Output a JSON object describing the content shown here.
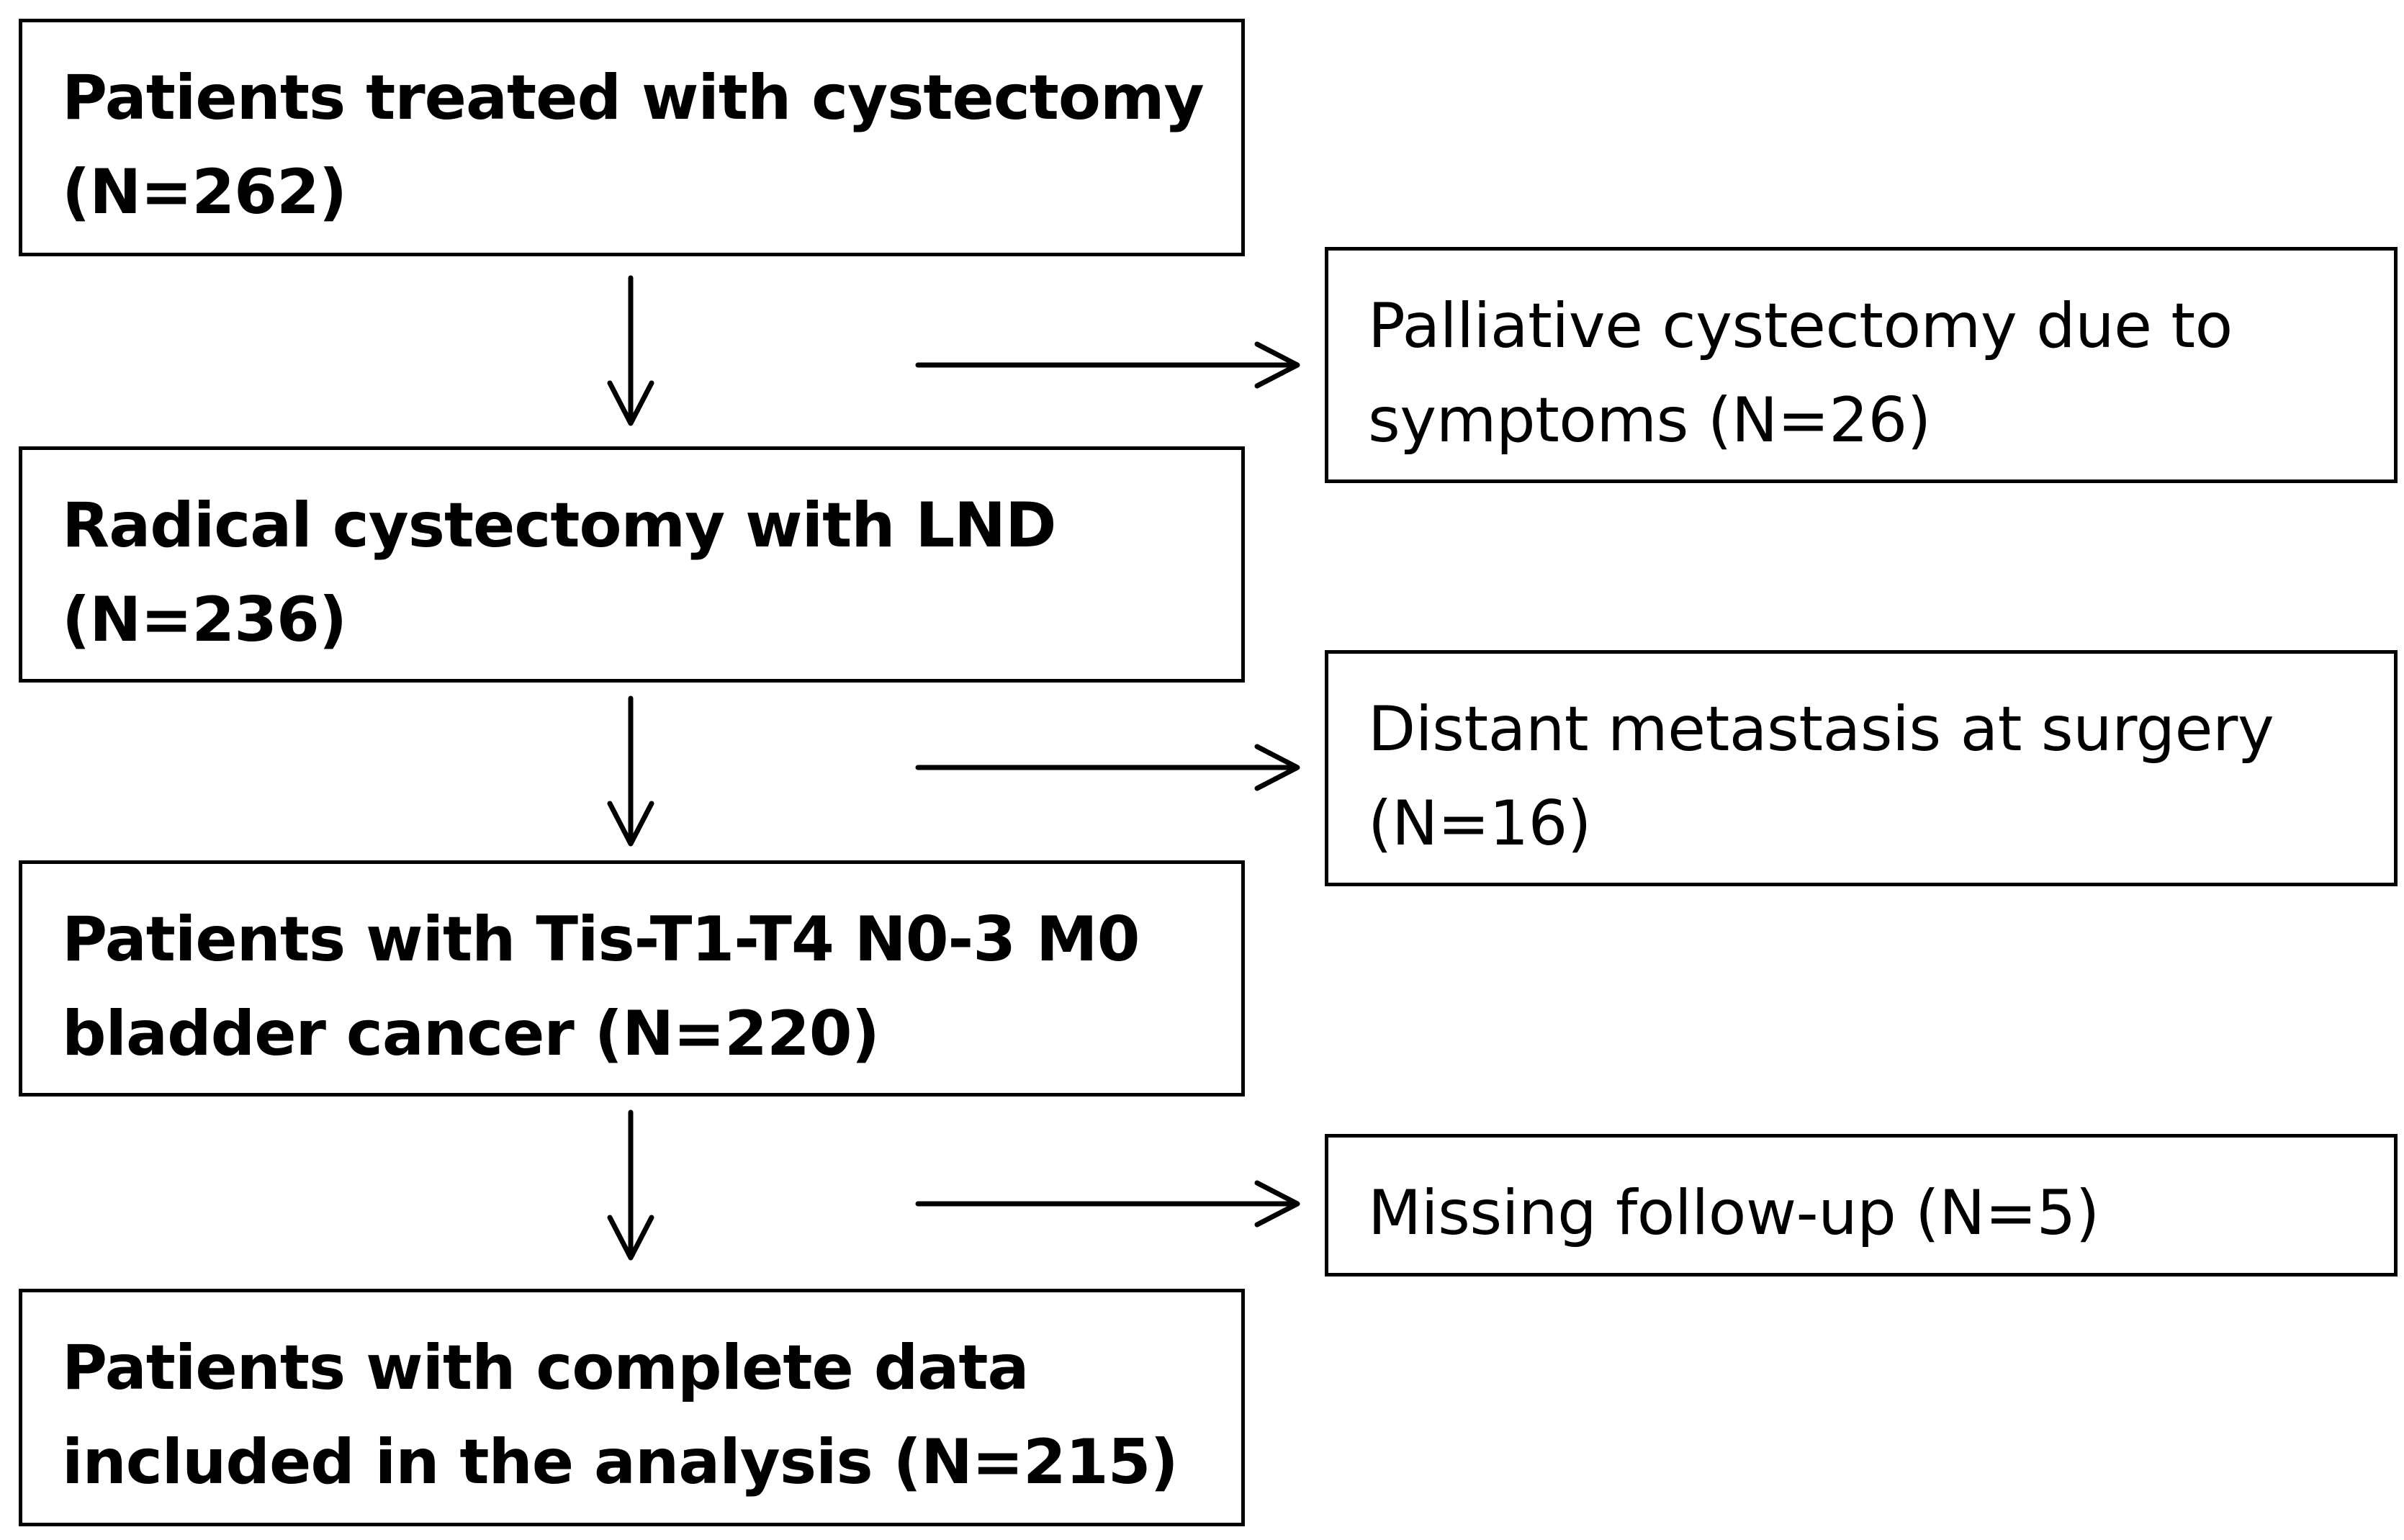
{
  "flowchart": {
    "main_steps": [
      {
        "lines": [
          "Patients treated with cystectomy",
          "(N=262)"
        ]
      },
      {
        "lines": [
          "Radical cystectomy with LND",
          "(N=236)"
        ]
      },
      {
        "lines": [
          "Patients with Tis-T1-T4 N0-3 M0",
          "bladder cancer (N=220)"
        ]
      },
      {
        "lines": [
          "Patients with complete data",
          "included in the analysis (N=215)"
        ]
      }
    ],
    "exclusions": [
      {
        "lines": [
          "Palliative cystectomy due to",
          "symptoms (N=26)"
        ]
      },
      {
        "lines": [
          "Distant metastasis at surgery",
          "(N=16)"
        ]
      },
      {
        "lines": [
          "Missing follow-up (N=5)"
        ]
      }
    ]
  }
}
